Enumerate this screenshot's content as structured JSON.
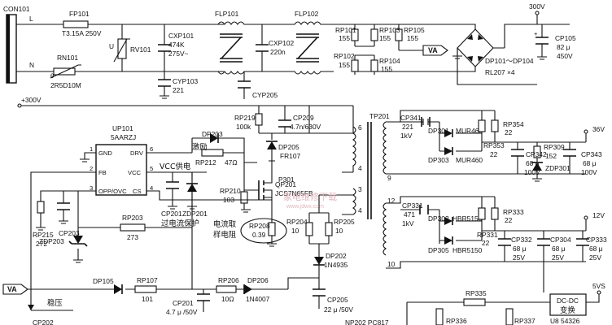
{
  "title": "",
  "labels": {
    "con101": "CON101",
    "con_l": "L",
    "con_n": "N",
    "fp101": "FP101",
    "fp101_val": "T3.15A 250V",
    "rn101": "RN101",
    "rn101_theta": "θ",
    "rn101_val": "2R5D10M",
    "rv101_u": "U",
    "rv101": "RV101",
    "cxp101": "CXP101",
    "cxp101_v1": "474K",
    "cxp101_v2": "275V~",
    "cyp103": "CYP103",
    "cyp103_val": "221",
    "cyp205": "CYP205",
    "flp101": "FLP101",
    "flp102": "FLP102",
    "cxp102": "CXP102",
    "cxp102_val": "220n",
    "rp101": "RP101",
    "rp101_val": "155",
    "rp102": "RP102",
    "rp102_val": "155",
    "rp103": "RP103",
    "rp103_val": "155",
    "rp104": "RP104",
    "rp104_val": "155",
    "rp105": "RP105",
    "rp105_val": "155",
    "va_top": "VA",
    "v300": "300V",
    "cp105": "CP105",
    "cp105_v1": "82 μ",
    "cp105_v2": "450V",
    "dp101": "DP101～DP104",
    "rl207": "RL207 ×4",
    "plus300": "+300V",
    "up101": "UP101",
    "up101_part": "5AARZJ",
    "pin_gnd": "GND",
    "pin_fb": "FB",
    "pin_oppovc": "OPP/OVC",
    "pin_drv": "DRV",
    "pin_vcc": "VCC",
    "pin_cs": "CS",
    "pin1": "1",
    "pin2": "2",
    "pin3": "3",
    "pin4": "4",
    "pin5": "5",
    "pin6": "6",
    "jili": "激励",
    "dp203": "DP203",
    "rp212": "RP212",
    "rp212_val": "47Ω",
    "vcc_supply": "VCC供电",
    "cp201_mid": "CP201",
    "zdp201_mid": "ZDP201",
    "ocp": "过电流保护",
    "rp219": "RP219",
    "rp219_val": "100k",
    "cp209": "CP209",
    "cp209_val": "4.7n/630V",
    "dp205": "DP205",
    "dp205_val": "FR107",
    "p301": "P301",
    "qp201": "QP201",
    "qp201_part": "JCS7N65FB",
    "rp210": "RP210",
    "rp210_val": "103",
    "sense1": "电流取",
    "sense2": "样电阻",
    "rp208": "RP208",
    "rp208_val": "0.39",
    "rp204": "RP204",
    "rp204_val": "10",
    "rp205": "RP205",
    "rp205_val": "10",
    "dp202": "DP202",
    "dp202_val": "1N4935",
    "cp205": "CP205",
    "cp205_val": "22 μ /50V",
    "rp215": "RP215",
    "rp215_val": "272",
    "cp203": "CP203",
    "zdp203": "ZDP203",
    "rp203": "RP203",
    "rp203_val": "273",
    "va_left": "VA",
    "dp105": "DP105",
    "rp107": "RP107",
    "rp107_val": "101",
    "cp201_bot": "CP201",
    "cp201_bot_val": "4.7 μ /50V",
    "rp206": "RP206",
    "rp206_val": "10Ω",
    "dp206": "DP206",
    "dp206_val": "1N4007",
    "wenya": "稳压",
    "cp202": "CP202",
    "tp201": "TP201",
    "t6": "6",
    "t4a": "4",
    "t3": "3",
    "t4b": "4",
    "t9": "9",
    "t12": "12",
    "t10": "10",
    "cp341": "CP341",
    "cp341_v1": "221",
    "cp341_v2": "1kV",
    "dp301": "DP301",
    "mur460a": "MUR460",
    "dp303": "DP303",
    "mur460b": "MUR460",
    "rp353": "RP353",
    "rp353_val": "22",
    "rp354": "RP354",
    "rp354_val": "22",
    "cp342": "CP342",
    "cp342_v1": "68 μ",
    "cp342_v2": "100V",
    "rp309": "RP309",
    "rp309_val": "152",
    "zdp301": "ZDP301",
    "cp343": "CP343",
    "cp343_v1": "68 μ",
    "cp343_v2": "100V",
    "v36": "36V",
    "cp331": "CP331",
    "cp331_v1": "471",
    "cp331_v2": "1kV",
    "dp302": "DP302",
    "hbr5150a": "HBR5150",
    "dp305": "DP305",
    "hbr5150b": "HBR5150",
    "rp331": "RP331",
    "rp331_val": "22",
    "rp333": "RP333",
    "rp333_val": "22",
    "cp332": "CP332",
    "cp332_v1": "68 μ",
    "cp332_v2": "25V",
    "cp304": "CP304",
    "cp304_v1": "68 μ",
    "cp304_v2": "25V",
    "cp333": "CP333",
    "cp333_v1": "68 μ",
    "cp333_v2": "25V",
    "v12": "12V",
    "v5": "5VS",
    "rp335": "RP335",
    "dcdc1": "DC-DC",
    "dcdc2": "变换",
    "u8": "U8 54326",
    "np202": "NP202 PC817",
    "rp336": "RP336",
    "rp337": "RP337",
    "watermark_cn": "家电维修下载",
    "watermark_en": "www.jdwx.com"
  }
}
